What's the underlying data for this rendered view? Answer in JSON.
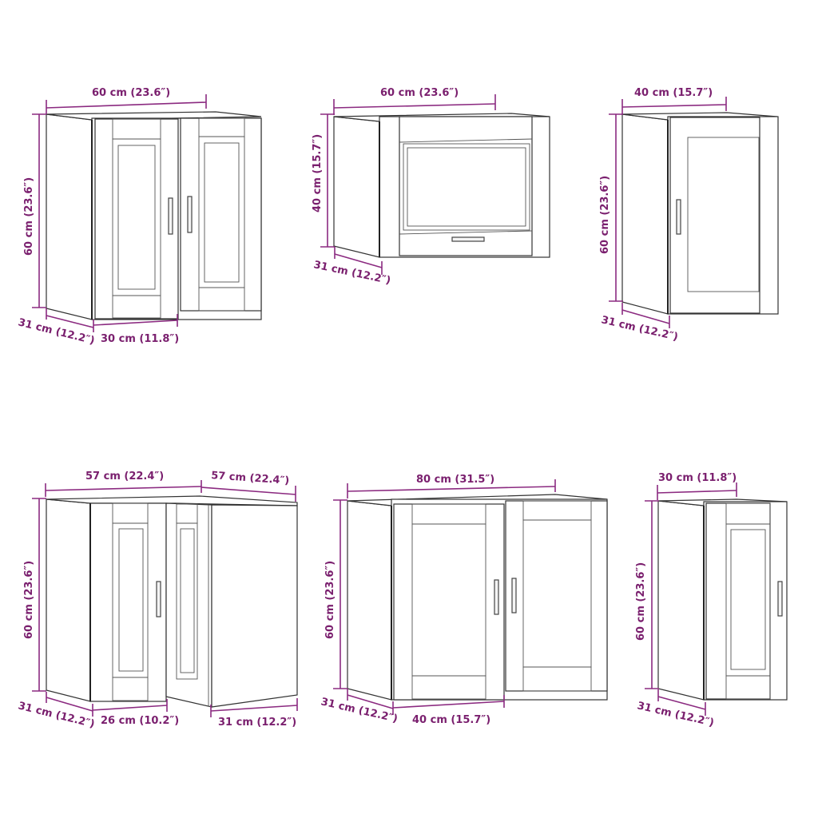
{
  "diagram": {
    "type": "product-dimension-drawing",
    "subject": "wall kitchen cabinets",
    "colors": {
      "dimension": "#8b2a80",
      "dimension_text": "#7a1f6e",
      "outline": "#333333",
      "background": "#ffffff"
    },
    "cabinets": [
      {
        "id": "cab1",
        "description": "double-door wall cabinet",
        "labels": {
          "width": "60 cm (23.6″)",
          "height": "60 cm (23.6″)",
          "depth": "31 cm (12.2″)",
          "door_width": "30 cm (11.8″)"
        }
      },
      {
        "id": "cab2",
        "description": "flip-up door wall cabinet",
        "labels": {
          "width": "60 cm (23.6″)",
          "height": "40 cm (15.7″)",
          "depth": "31 cm (12.2″)"
        }
      },
      {
        "id": "cab3",
        "description": "single-door wall cabinet",
        "labels": {
          "width": "40 cm (15.7″)",
          "height": "60 cm (23.6″)",
          "depth": "31 cm (12.2″)"
        }
      },
      {
        "id": "cab4",
        "description": "corner wall cabinet",
        "labels": {
          "width_left": "57 cm (22.4″)",
          "width_right": "57 cm (22.4″)",
          "height": "60 cm (23.6″)",
          "depth_left": "31 cm (12.2″)",
          "door_width": "26 cm (10.2″)",
          "depth_right": "31 cm (12.2″)"
        }
      },
      {
        "id": "cab5",
        "description": "wide double-door wall cabinet",
        "labels": {
          "width": "80 cm (31.5″)",
          "height": "60 cm (23.6″)",
          "depth": "31 cm (12.2″)",
          "door_width": "40 cm (15.7″)"
        }
      },
      {
        "id": "cab6",
        "description": "narrow single-door wall cabinet",
        "labels": {
          "width": "30 cm (11.8″)",
          "height": "60 cm (23.6″)",
          "depth": "31 cm (12.2″)"
        }
      }
    ]
  }
}
